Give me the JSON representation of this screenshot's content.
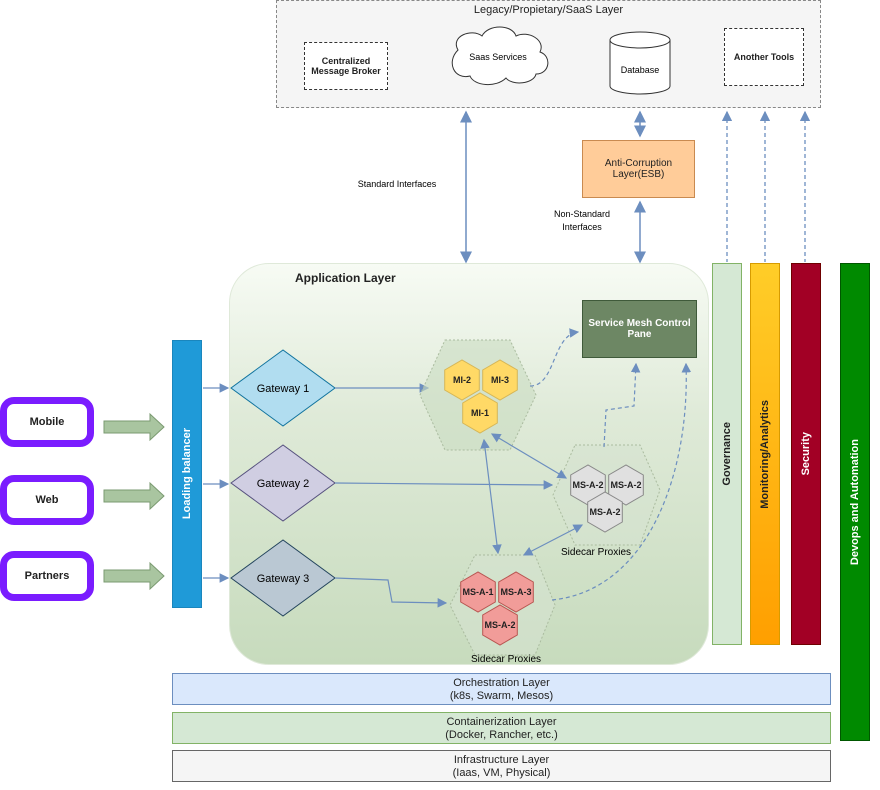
{
  "legacy_layer": {
    "title": "Legacy/Propietary/SaaS Layer",
    "message_broker": "Centralized\nMessage Broker",
    "saas": "Saas Services",
    "database": "Database",
    "another_tools": "Another Tools"
  },
  "labels": {
    "standard_interfaces": "Standard Interfaces",
    "non_standard_interfaces": "Non-Standard\nInterfaces",
    "acl": "Anti-Corruption\nLayer(ESB)",
    "application_layer": "Application Layer",
    "service_mesh": "Service Mesh Control\nPane",
    "sidecar_1": "Sidecar Proxies",
    "sidecar_2": "Sidecar Proxies"
  },
  "clients": [
    "Mobile",
    "Web",
    "Partners"
  ],
  "load_balancer": "Loading balancer",
  "gateways": [
    "Gateway 1",
    "Gateway 2",
    "Gateway 3"
  ],
  "mi_cluster": [
    "MI-2",
    "MI-3",
    "MI-1"
  ],
  "ms_cluster": [
    "MS-A-2",
    "MS-A-2",
    "MS-A-2"
  ],
  "msa_cluster": [
    "MS-A-1",
    "MS-A-3",
    "MS-A-2"
  ],
  "cross_cutting": {
    "governance": "Governance",
    "monitoring": "Monitoring/Analytics",
    "security": "Security",
    "devops": "Devops and Automation"
  },
  "layers": {
    "orchestration": "Orchestration Layer\n(k8s, Swarm, Mesos)",
    "containerization": "Containerization Layer\n(Docker, Rancher, etc.)",
    "infrastructure": "Infrastructure Layer\n(Iaas, VM, Physical)"
  },
  "colors": {
    "load_balancer": "#1f9ad8",
    "client_border": "#7a1cff",
    "governance": "#d5e8d4",
    "monitoring": "#ffb01f",
    "security": "#a20025",
    "devops": "#008a00",
    "orchestration": "#dae8fc",
    "containerization": "#d5e8d4",
    "infrastructure": "#f5f5f5",
    "mi_hex": "#ffd966",
    "ms_hex": "#e0e0e0",
    "msa_hex": "#f19c99"
  }
}
